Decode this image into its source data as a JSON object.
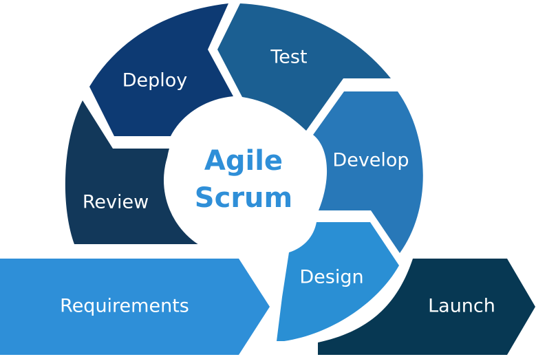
{
  "diagram": {
    "center": {
      "line1": "Agile",
      "line2": "Scrum",
      "color": "#2f8fd8"
    },
    "segments": [
      {
        "id": "deploy",
        "label": "Deploy",
        "color": "#0d3a73"
      },
      {
        "id": "test",
        "label": "Test",
        "color": "#1b5f92"
      },
      {
        "id": "develop",
        "label": "Develop",
        "color": "#2878b8"
      },
      {
        "id": "design",
        "label": "Design",
        "color": "#2a8fd4"
      },
      {
        "id": "review",
        "label": "Review",
        "color": "#12385a"
      }
    ],
    "arrows": [
      {
        "id": "requirements",
        "label": "Requirements",
        "color": "#2e8fd8"
      },
      {
        "id": "launch",
        "label": "Launch",
        "color": "#073853"
      }
    ]
  }
}
